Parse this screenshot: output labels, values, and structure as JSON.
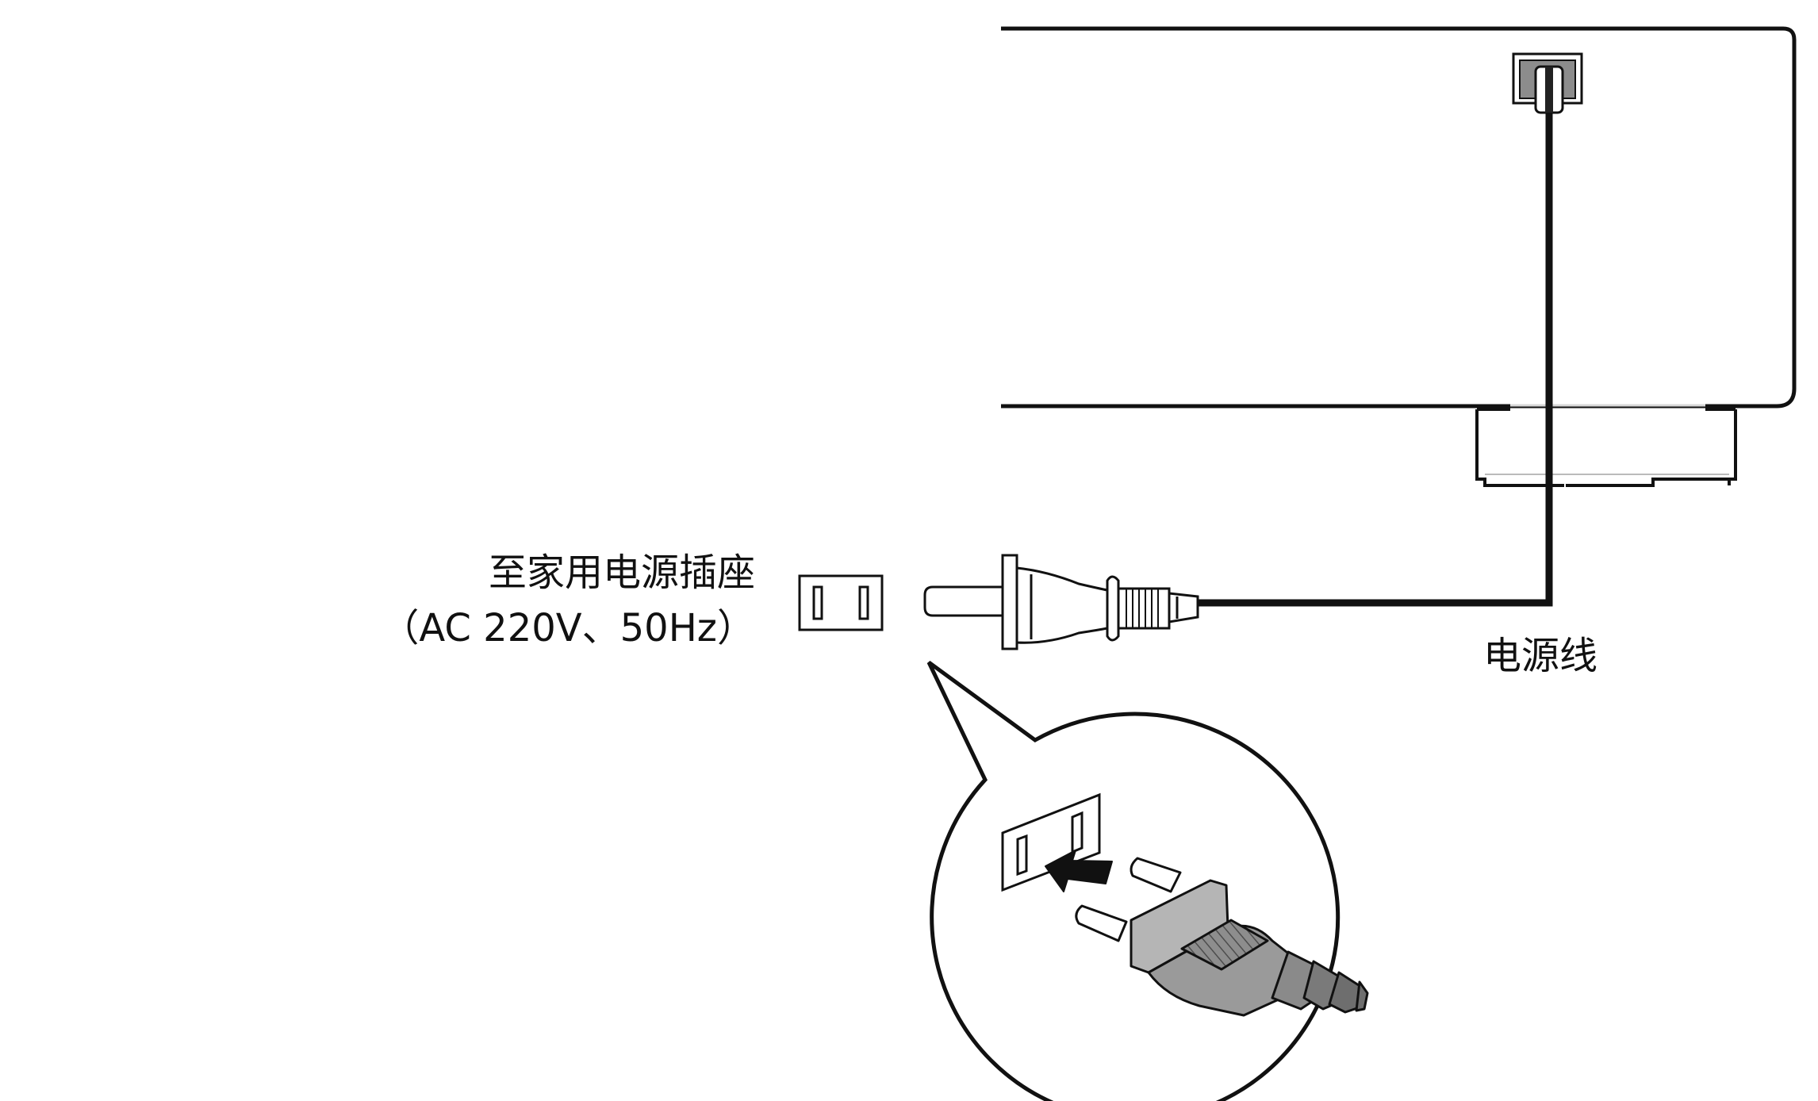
{
  "labels": {
    "outlet_line1": "至家用电源插座",
    "outlet_line2": "（AC 220V、50Hz）",
    "power_cord": "电源线"
  },
  "colors": {
    "line": "#111111",
    "plug_gray": "#9a9a9a",
    "plug_dark": "#6e6e6e",
    "plug_light": "#b5b5b5"
  }
}
